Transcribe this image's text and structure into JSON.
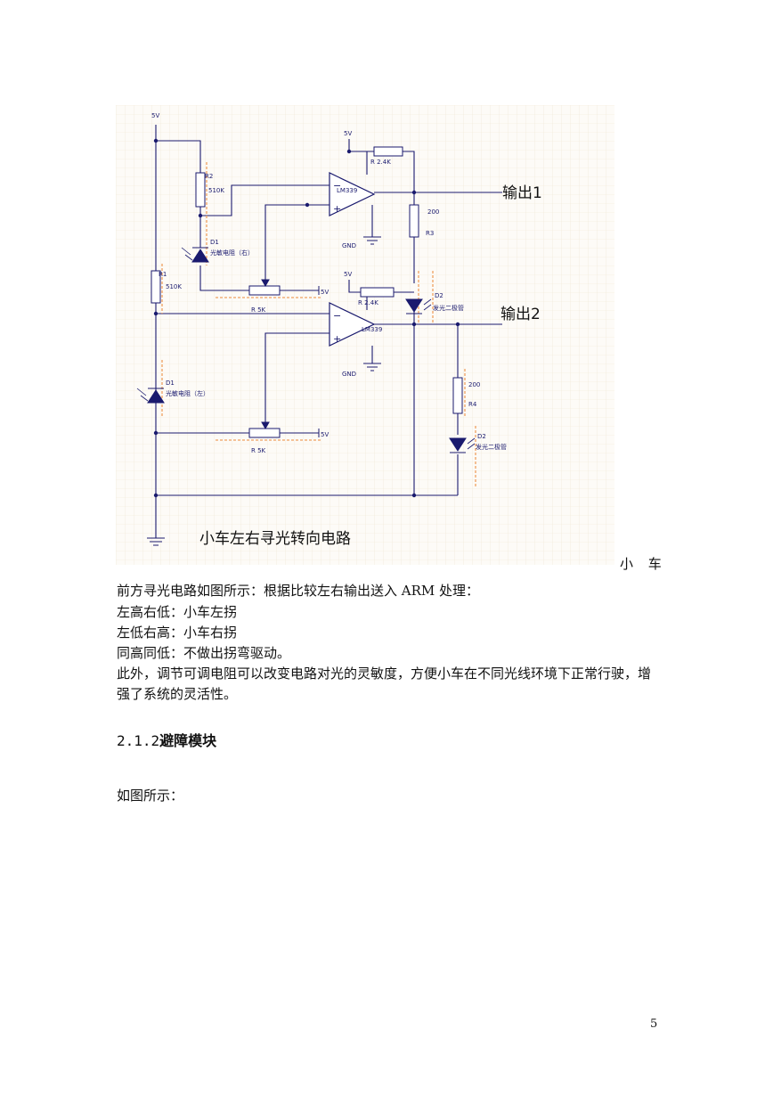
{
  "figure": {
    "title": "小车左右寻光转向电路",
    "labels": {
      "v5_top": "5V",
      "v5_amp1": "5V",
      "v5_amp2": "5V",
      "v5_pot1": "5V",
      "v5_pot2": "5V",
      "r2": "R2",
      "r2_val": "510K",
      "r1": "R1",
      "r1_val": "510K",
      "rfb1": "R 2.4K",
      "rfb2": "R 2.4K",
      "r3_val": "200",
      "r3": "R3",
      "r4_val": "200",
      "r4": "R4",
      "amp1": "LM339",
      "amp2": "LM339",
      "gnd1": "GND",
      "gnd2": "GND",
      "d1_top": "D1",
      "d1_top_desc": "光敏电阻（右）",
      "d1_bot": "D1",
      "d1_bot_desc": "光敏电阻（左）",
      "d2_top": "D2",
      "d2_top_desc": "发光二极管",
      "d2_bot": "D2",
      "d2_bot_desc": "发光二极管",
      "pot1": "R  5K",
      "pot2": "R  5K",
      "out1": "输出1",
      "out2": "输出2",
      "minus1": "−",
      "plus1": "+",
      "minus2": "−",
      "plus2": "+"
    }
  },
  "caption_tail": "小 车",
  "paragraphs": [
    "前方寻光电路如图所示：根据比较左右输出送入 ARM 处理：",
    "左高右低：小车左拐",
    "左低右高：小车右拐",
    "同高同低：不做出拐弯驱动。",
    "此外，调节可调电阻可以改变电路对光的灵敏度，方便小车在不同光线环境下正常行驶，增强了系统的灵活性。"
  ],
  "section": {
    "number": "2.1.2",
    "title": "避障模块"
  },
  "after_section": "如图所示：",
  "page_number": "5"
}
